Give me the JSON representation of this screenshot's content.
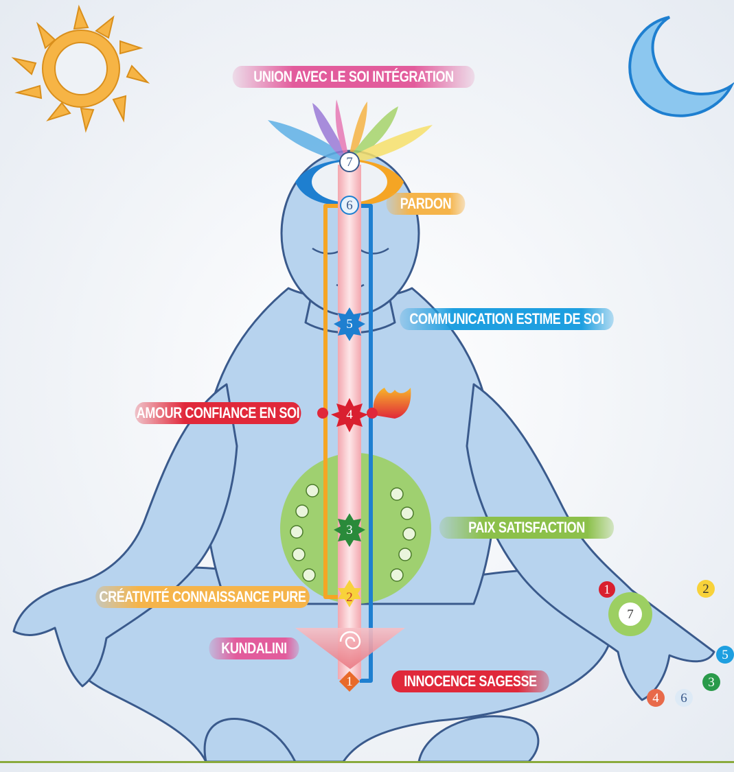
{
  "labels": {
    "union": "UNION AVEC LE SOI INTÉGRATION",
    "pardon": "PARDON",
    "communication": "COMMUNICATION ESTIME DE SOI",
    "amour": "AMOUR CONFIANCE EN SOI",
    "paix": "PAIX SATISFACTION",
    "creativite": "CRÉATIVITÉ CONNAISSANCE PURE",
    "kundalini": "KUNDALINI",
    "innocence": "INNOCENCE  SAGESSE"
  },
  "chakras": {
    "c1": "1",
    "c2": "2",
    "c3": "3",
    "c4": "4",
    "c5": "5",
    "c6": "6",
    "c7": "7"
  },
  "hand": {
    "h1": "1",
    "h2": "2",
    "h3": "3",
    "h4": "4",
    "h5": "5",
    "h6": "6",
    "h7": "7"
  },
  "colors": {
    "union": "#e25c9c",
    "pardon": "#f5a524",
    "communication": "#1e9fe0",
    "amour": "#e0283a",
    "paix": "#8cc04a",
    "creativite": "#f5a524",
    "kundalini": "#e25c9c",
    "innocence": "#e0283a",
    "body": "#b7d3ee",
    "body_outline": "#3a5a8c",
    "left_channel": "#f5a524",
    "right_channel": "#1e7fd0",
    "central_channel": "#ee8f9a"
  }
}
